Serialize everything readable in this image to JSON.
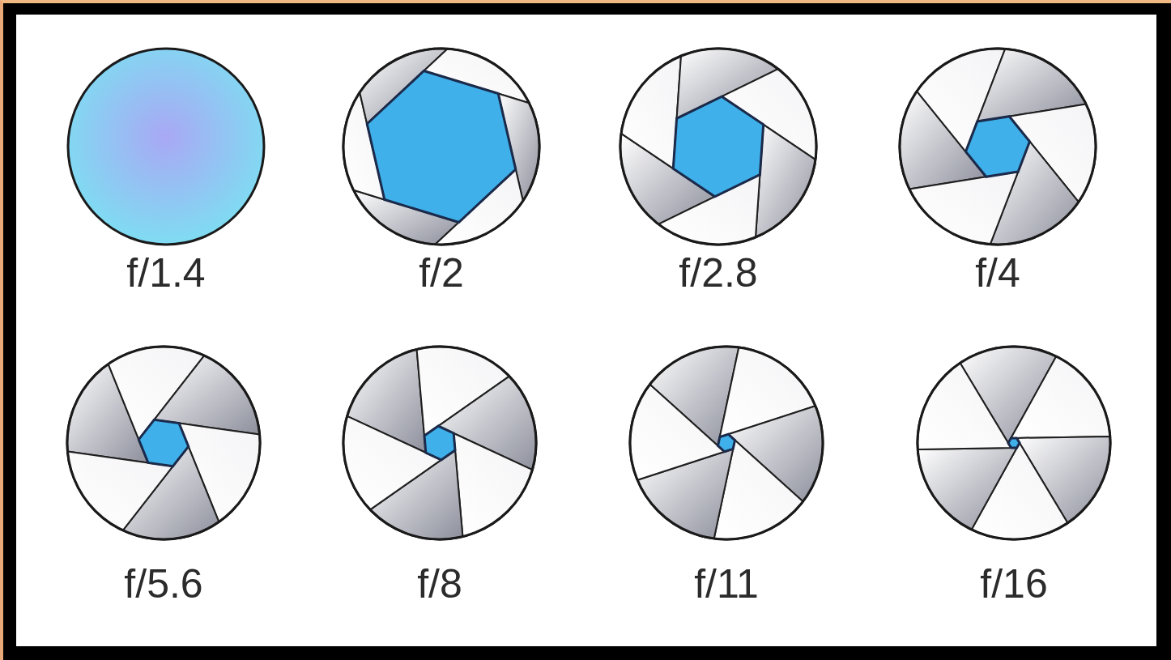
{
  "diagram": {
    "labels": [
      "f/1.4",
      "f/2",
      "f/2.8",
      "f/4",
      "f/5.6",
      "f/8",
      "f/11",
      "f/16"
    ]
  }
}
